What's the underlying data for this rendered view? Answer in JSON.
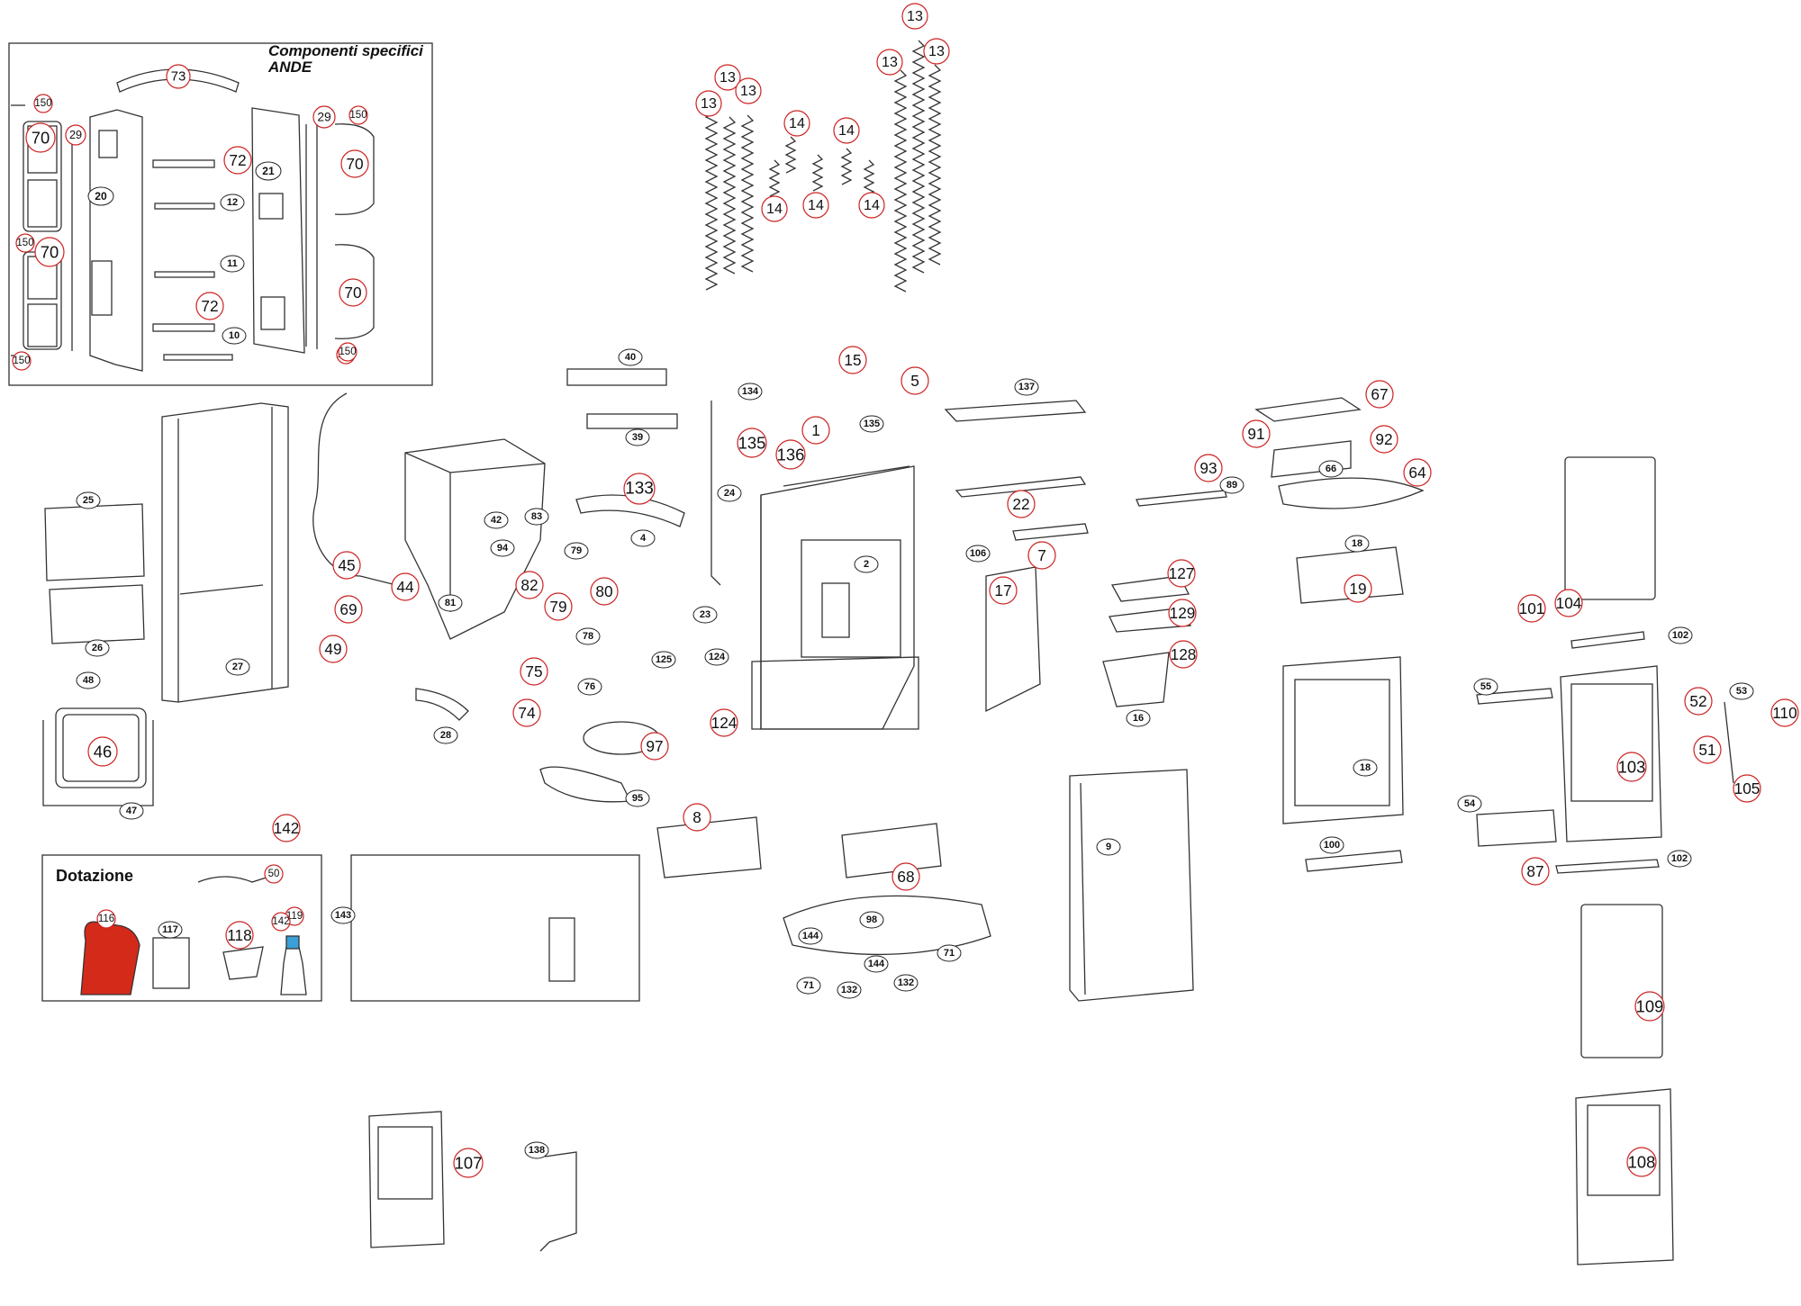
{
  "panels": {
    "ande": {
      "title_line1": "Componenti  specifici",
      "title_line2": "ANDE"
    },
    "dotazione": {
      "title": "Dotazione"
    }
  },
  "colors": {
    "callout_red": "#cc2222",
    "glove": "#d42a1a",
    "bottle_cap": "#3aa0d8",
    "line": "#333333"
  },
  "callouts": [
    {
      "label": "73",
      "style": "red"
    },
    {
      "label": "150",
      "style": "red"
    },
    {
      "label": "29",
      "style": "red"
    },
    {
      "label": "70",
      "style": "red"
    },
    {
      "label": "20",
      "style": "black"
    },
    {
      "label": "72",
      "style": "red"
    },
    {
      "label": "21",
      "style": "black"
    },
    {
      "label": "29",
      "style": "red"
    },
    {
      "label": "150",
      "style": "red"
    },
    {
      "label": "70",
      "style": "red"
    },
    {
      "label": "12",
      "style": "black"
    },
    {
      "label": "150",
      "style": "red"
    },
    {
      "label": "70",
      "style": "red"
    },
    {
      "label": "11",
      "style": "black"
    },
    {
      "label": "72",
      "style": "red"
    },
    {
      "label": "70",
      "style": "red"
    },
    {
      "label": "150",
      "style": "red"
    },
    {
      "label": "10",
      "style": "black"
    },
    {
      "label": "150",
      "style": "red"
    },
    {
      "label": "150",
      "style": "red"
    },
    {
      "label": "13",
      "style": "red"
    },
    {
      "label": "13",
      "style": "red"
    },
    {
      "label": "13",
      "style": "red"
    },
    {
      "label": "13",
      "style": "red"
    },
    {
      "label": "13",
      "style": "red"
    },
    {
      "label": "13",
      "style": "red"
    },
    {
      "label": "14",
      "style": "red"
    },
    {
      "label": "14",
      "style": "red"
    },
    {
      "label": "14",
      "style": "red"
    },
    {
      "label": "14",
      "style": "red"
    },
    {
      "label": "14",
      "style": "red"
    },
    {
      "label": "40",
      "style": "black"
    },
    {
      "label": "39",
      "style": "black"
    },
    {
      "label": "15",
      "style": "red"
    },
    {
      "label": "5",
      "style": "red"
    },
    {
      "label": "134",
      "style": "black"
    },
    {
      "label": "135",
      "style": "red"
    },
    {
      "label": "1",
      "style": "red"
    },
    {
      "label": "135",
      "style": "black"
    },
    {
      "label": "136",
      "style": "red"
    },
    {
      "label": "137",
      "style": "black"
    },
    {
      "label": "67",
      "style": "red"
    },
    {
      "label": "91",
      "style": "red"
    },
    {
      "label": "92",
      "style": "red"
    },
    {
      "label": "66",
      "style": "black"
    },
    {
      "label": "93",
      "style": "red"
    },
    {
      "label": "89",
      "style": "black"
    },
    {
      "label": "64",
      "style": "red"
    },
    {
      "label": "25",
      "style": "black"
    },
    {
      "label": "133",
      "style": "red"
    },
    {
      "label": "24",
      "style": "black"
    },
    {
      "label": "42",
      "style": "black"
    },
    {
      "label": "83",
      "style": "black"
    },
    {
      "label": "22",
      "style": "red"
    },
    {
      "label": "7",
      "style": "red"
    },
    {
      "label": "4",
      "style": "black"
    },
    {
      "label": "2",
      "style": "black"
    },
    {
      "label": "45",
      "style": "red"
    },
    {
      "label": "94",
      "style": "black"
    },
    {
      "label": "79",
      "style": "black"
    },
    {
      "label": "106",
      "style": "black"
    },
    {
      "label": "18",
      "style": "black"
    },
    {
      "label": "44",
      "style": "red"
    },
    {
      "label": "82",
      "style": "red"
    },
    {
      "label": "80",
      "style": "red"
    },
    {
      "label": "79",
      "style": "red"
    },
    {
      "label": "127",
      "style": "red"
    },
    {
      "label": "19",
      "style": "red"
    },
    {
      "label": "26",
      "style": "black"
    },
    {
      "label": "69",
      "style": "red"
    },
    {
      "label": "81",
      "style": "black"
    },
    {
      "label": "17",
      "style": "red"
    },
    {
      "label": "23",
      "style": "black"
    },
    {
      "label": "129",
      "style": "red"
    },
    {
      "label": "101",
      "style": "red"
    },
    {
      "label": "104",
      "style": "red"
    },
    {
      "label": "49",
      "style": "red"
    },
    {
      "label": "78",
      "style": "black"
    },
    {
      "label": "125",
      "style": "black"
    },
    {
      "label": "124",
      "style": "black"
    },
    {
      "label": "128",
      "style": "red"
    },
    {
      "label": "102",
      "style": "black"
    },
    {
      "label": "75",
      "style": "red"
    },
    {
      "label": "27",
      "style": "black"
    },
    {
      "label": "76",
      "style": "black"
    },
    {
      "label": "16",
      "style": "black"
    },
    {
      "label": "55",
      "style": "black"
    },
    {
      "label": "53",
      "style": "black"
    },
    {
      "label": "48",
      "style": "black"
    },
    {
      "label": "52",
      "style": "red"
    },
    {
      "label": "110",
      "style": "red"
    },
    {
      "label": "28",
      "style": "black"
    },
    {
      "label": "74",
      "style": "red"
    },
    {
      "label": "124",
      "style": "red"
    },
    {
      "label": "46",
      "style": "red"
    },
    {
      "label": "97",
      "style": "red"
    },
    {
      "label": "51",
      "style": "red"
    },
    {
      "label": "103",
      "style": "red"
    },
    {
      "label": "18",
      "style": "black"
    },
    {
      "label": "105",
      "style": "red"
    },
    {
      "label": "95",
      "style": "black"
    },
    {
      "label": "54",
      "style": "black"
    },
    {
      "label": "47",
      "style": "black"
    },
    {
      "label": "8",
      "style": "red"
    },
    {
      "label": "9",
      "style": "black"
    },
    {
      "label": "142",
      "style": "red"
    },
    {
      "label": "100",
      "style": "black"
    },
    {
      "label": "102",
      "style": "black"
    },
    {
      "label": "87",
      "style": "red"
    },
    {
      "label": "50",
      "style": "red"
    },
    {
      "label": "68",
      "style": "red"
    },
    {
      "label": "98",
      "style": "black"
    },
    {
      "label": "116",
      "style": "red"
    },
    {
      "label": "117",
      "style": "black"
    },
    {
      "label": "119",
      "style": "red"
    },
    {
      "label": "143",
      "style": "black"
    },
    {
      "label": "142",
      "style": "red"
    },
    {
      "label": "118",
      "style": "red"
    },
    {
      "label": "144",
      "style": "black"
    },
    {
      "label": "71",
      "style": "black"
    },
    {
      "label": "144",
      "style": "black"
    },
    {
      "label": "132",
      "style": "black"
    },
    {
      "label": "71",
      "style": "black"
    },
    {
      "label": "132",
      "style": "black"
    },
    {
      "label": "109",
      "style": "red"
    },
    {
      "label": "108",
      "style": "red"
    },
    {
      "label": "107",
      "style": "red"
    },
    {
      "label": "138",
      "style": "black"
    }
  ]
}
